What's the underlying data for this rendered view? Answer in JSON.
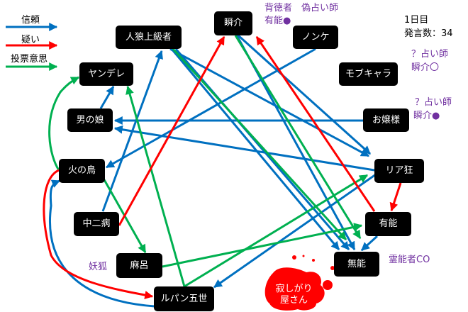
{
  "colors": {
    "trust": "#0070c0",
    "doubt": "#ff0000",
    "vote": "#00b050",
    "note": "#7030a0",
    "node_bg": "#000000"
  },
  "legend": {
    "trust": "信頼",
    "doubt": "疑い",
    "vote": "投票意思"
  },
  "info": {
    "day": "1日目",
    "posts": "発言数：34"
  },
  "nodes": {
    "shunsuke": "瞬介",
    "jinro": "人狼上級者",
    "nonke": "ノンケ",
    "yandere": "ヤンデレ",
    "mob": "モブキャラ",
    "otoko": "男の娘",
    "ojou": "お嬢様",
    "hinotori": "火の鳥",
    "riakyo": "リア狂",
    "chuni": "中二病",
    "yuno": "有能",
    "maro": "麻呂",
    "muno": "無能",
    "lupin": "ルパン五世",
    "sabishi": "寂しがり屋さん"
  },
  "notes": {
    "shunsuke_line1": "背徳者　偽占い師",
    "shunsuke_line2": "有能●",
    "mob_line1": "？占い師",
    "mob_line2": "瞬介〇",
    "ojou_line1": "？占い師",
    "ojou_line2": "瞬介●",
    "maro": "妖狐",
    "muno": "霊能者CO"
  },
  "edges": [
    {
      "from": "otoko",
      "to": "yandere",
      "type": "trust"
    },
    {
      "from": "chuni",
      "to": "jinro",
      "type": "trust"
    },
    {
      "from": "nonke",
      "to": "hinotori",
      "type": "trust"
    },
    {
      "from": "ojou",
      "to": "otoko",
      "type": "trust"
    },
    {
      "from": "riakyo",
      "to": "otoko",
      "type": "trust"
    },
    {
      "from": "jinro",
      "to": "riakyo",
      "type": "trust"
    },
    {
      "from": "jinro",
      "to": "muno",
      "type": "trust"
    },
    {
      "from": "jinro",
      "to": "muno",
      "type": "trust"
    },
    {
      "from": "shunsuke",
      "to": "riakyo",
      "type": "trust"
    },
    {
      "from": "shunsuke",
      "to": "muno",
      "type": "trust"
    },
    {
      "from": "yuno",
      "to": "muno",
      "type": "trust"
    },
    {
      "from": "riakyo",
      "to": "lupin",
      "type": "trust"
    },
    {
      "from": "lupin",
      "to": "hinotori",
      "type": "trust"
    },
    {
      "from": "chuni",
      "to": "shunsuke",
      "type": "doubt"
    },
    {
      "from": "yuno",
      "to": "shunsuke",
      "type": "doubt"
    },
    {
      "from": "riakyo",
      "to": "yuno",
      "type": "doubt"
    },
    {
      "from": "hinotori",
      "to": "lupin",
      "type": "doubt"
    },
    {
      "from": "hinotori",
      "to": "yandere",
      "type": "vote"
    },
    {
      "from": "lupin",
      "to": "yandere",
      "type": "vote"
    },
    {
      "from": "hinotori",
      "to": "maro",
      "type": "vote"
    },
    {
      "from": "maro",
      "to": "yuno",
      "type": "vote"
    },
    {
      "from": "lupin",
      "to": "riakyo",
      "type": "vote"
    },
    {
      "from": "jinro",
      "to": "yuno",
      "type": "vote"
    },
    {
      "from": "shunsuke",
      "to": "yuno",
      "type": "vote"
    }
  ]
}
